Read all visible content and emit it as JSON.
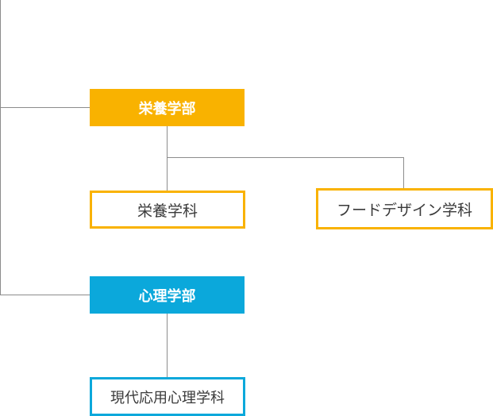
{
  "colors": {
    "orange": "#f9b200",
    "blue": "#0ba8db",
    "connector": "#8c8c8c"
  },
  "departments": {
    "nutrition": {
      "label": "栄養学部",
      "courses": [
        "栄養学科",
        "フードデザイン学科"
      ]
    },
    "psychology": {
      "label": "心理学部",
      "courses": [
        "現代応用心理学科"
      ]
    }
  }
}
